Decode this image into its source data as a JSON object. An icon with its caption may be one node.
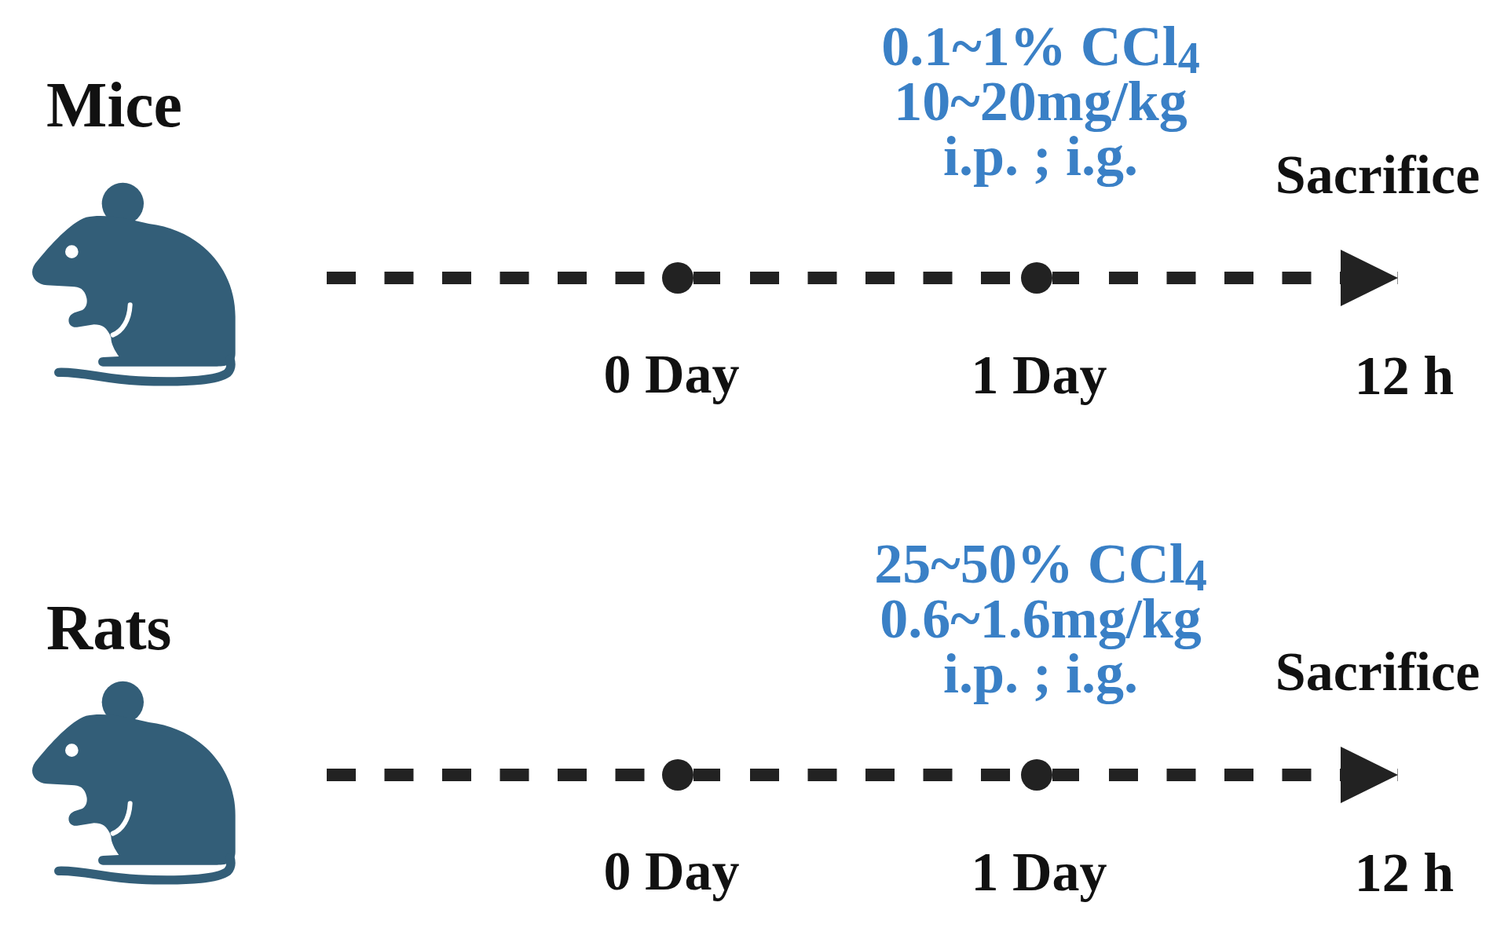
{
  "diagram": {
    "nodes": [
      {
        "text": [],
        "shape": "circle",
        "beside": [
          "0 Day"
        ]
      },
      {
        "text": [],
        "shape": "circle",
        "beside": [
          "0.1~1% CCl$_{4}$ 10~20mg/kg i.p. ; i.g.",
          "1 Day"
        ]
      },
      {
        "text": [],
        "shape": "circle",
        "beside": [
          "0 Day"
        ]
      },
      {
        "text": [],
        "shape": "circle",
        "beside": [
          "25~50% CCl$_{4}$ 0.6~1.6mg/kg i.p. ; i.g.",
          "1 Day"
        ]
      }
    ],
    "edges": [
      {
        "from": null,
        "to": 0,
        "arrow": "none",
        "style": "dashed"
      },
      {
        "from": 0,
        "to": 1,
        "arrow": "none",
        "style": "dashed"
      },
      {
        "from": 1,
        "to": null,
        "arrow": "to",
        "style": "dashed"
      },
      {
        "from": null,
        "to": 2,
        "arrow": "none",
        "style": "dashed"
      },
      {
        "from": 2,
        "to": 3,
        "arrow": "none",
        "style": "dashed"
      },
      {
        "from": 3,
        "to": null,
        "arrow": "to",
        "style": "dashed"
      }
    ],
    "labels": [
      "Mice",
      "Sacrifice",
      "12 h",
      "Rats",
      "Sacrifice",
      "12 h"
    ]
  }
}
